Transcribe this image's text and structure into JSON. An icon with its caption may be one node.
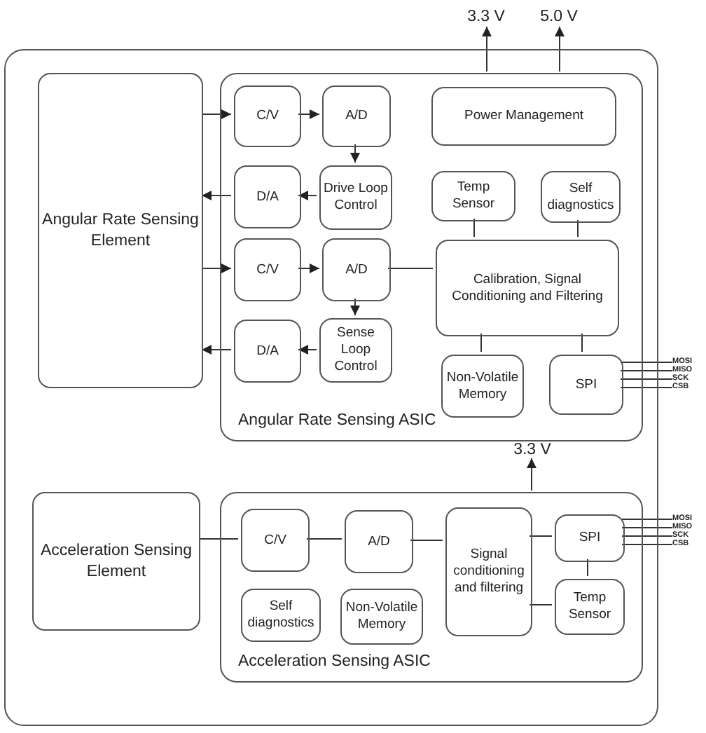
{
  "diagram": {
    "nodes": [
      {
        "text": [],
        "shape": "box"
      },
      {
        "text": [
          "Angular Rate Sensing Element"
        ],
        "in": 0
      },
      {
        "text": [
          "Angular Rate Sensing ASIC"
        ],
        "in": 0
      },
      {
        "text": [
          "C/V"
        ],
        "in": 2
      },
      {
        "text": [
          "A/D"
        ],
        "in": 2
      },
      {
        "text": [
          "Power Management"
        ],
        "in": 2
      },
      {
        "text": [
          "D/A"
        ],
        "in": 2
      },
      {
        "text": [
          "Drive Loop Control"
        ],
        "in": 2
      },
      {
        "text": [
          "Temp Sensor"
        ],
        "in": 2
      },
      {
        "text": [
          "Self diagnostics"
        ],
        "in": 2
      },
      {
        "text": [
          "C/V"
        ],
        "in": 2
      },
      {
        "text": [
          "A/D"
        ],
        "in": 2
      },
      {
        "text": [
          "Calibration, Signal Conditioning and Filtering"
        ],
        "in": 2
      },
      {
        "text": [
          "D/A"
        ],
        "in": 2
      },
      {
        "text": [
          "Sense Loop Control"
        ],
        "in": 2
      },
      {
        "text": [
          "Non-Volatile Memory"
        ],
        "in": 2
      },
      {
        "text": [
          "SPI"
        ],
        "in": 2
      },
      {
        "text": [
          "3.3 V"
        ]
      },
      {
        "text": [
          "5.0 V"
        ]
      },
      {
        "text": [
          "MOSI"
        ]
      },
      {
        "text": [
          "MISO"
        ]
      },
      {
        "text": [
          "SCK"
        ]
      },
      {
        "text": [
          "CSB"
        ]
      },
      {
        "text": [
          "3.3 V"
        ],
        "in": 0
      },
      {
        "text": [
          "Acceleration Sensing Element"
        ],
        "in": 0
      },
      {
        "text": [
          "Acceleration Sensing ASIC"
        ],
        "in": 0
      },
      {
        "text": [
          "C/V"
        ],
        "in": 25
      },
      {
        "text": [
          "A/D"
        ],
        "in": 25
      },
      {
        "text": [
          "Signal conditioning and filtering"
        ],
        "in": 25
      },
      {
        "text": [
          "SPI"
        ],
        "in": 25
      },
      {
        "text": [
          "Self diagnostics"
        ],
        "in": 25
      },
      {
        "text": [
          "Non-Volatile Memory"
        ],
        "in": 25
      },
      {
        "text": [
          "Temp Sensor"
        ],
        "in": 25
      },
      {
        "text": [
          "MOSI"
        ]
      },
      {
        "text": [
          "MISO"
        ]
      },
      {
        "text": [
          "SCK"
        ]
      },
      {
        "text": [
          "CSB"
        ]
      }
    ],
    "edges": [
      {
        "from": 1,
        "to": 3,
        "arrow": "to"
      },
      {
        "from": 3,
        "to": 4,
        "arrow": "to"
      },
      {
        "from": 4,
        "to": 7,
        "arrow": "to"
      },
      {
        "from": 7,
        "to": 6,
        "arrow": "to"
      },
      {
        "from": 6,
        "to": 1,
        "arrow": "to"
      },
      {
        "from": 1,
        "to": 10,
        "arrow": "to"
      },
      {
        "from": 10,
        "to": 11,
        "arrow": "to"
      },
      {
        "from": 11,
        "to": 14,
        "arrow": "to"
      },
      {
        "from": 14,
        "to": 13,
        "arrow": "to"
      },
      {
        "from": 13,
        "to": 1,
        "arrow": "to"
      },
      {
        "from": 11,
        "to": 12,
        "arrow": "none"
      },
      {
        "from": 8,
        "to": 12,
        "arrow": "none"
      },
      {
        "from": 9,
        "to": 12,
        "arrow": "none"
      },
      {
        "from": 12,
        "to": 15,
        "arrow": "none"
      },
      {
        "from": 12,
        "to": 16,
        "arrow": "none"
      },
      {
        "from": 2,
        "to": 17,
        "arrow": "to"
      },
      {
        "from": 2,
        "to": 18,
        "arrow": "to"
      },
      {
        "from": 16,
        "to": 19,
        "arrow": "none"
      },
      {
        "from": 16,
        "to": 20,
        "arrow": "none"
      },
      {
        "from": 16,
        "to": 21,
        "arrow": "none"
      },
      {
        "from": 16,
        "to": 22,
        "arrow": "none"
      },
      {
        "from": 25,
        "to": 23,
        "arrow": "to"
      },
      {
        "from": 24,
        "to": 26,
        "arrow": "none"
      },
      {
        "from": 26,
        "to": 27,
        "arrow": "none"
      },
      {
        "from": 27,
        "to": 28,
        "arrow": "none"
      },
      {
        "from": 28,
        "to": 29,
        "arrow": "none"
      },
      {
        "from": 28,
        "to": 32,
        "arrow": "none"
      },
      {
        "from": 29,
        "to": 32,
        "arrow": "none"
      },
      {
        "from": 29,
        "to": 33,
        "arrow": "none"
      },
      {
        "from": 29,
        "to": 34,
        "arrow": "none"
      },
      {
        "from": 29,
        "to": 35,
        "arrow": "none"
      },
      {
        "from": 29,
        "to": 36,
        "arrow": "none"
      }
    ]
  }
}
